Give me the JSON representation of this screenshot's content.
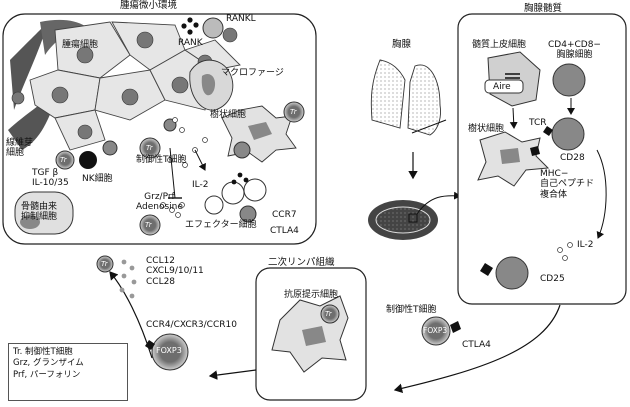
{
  "panels": {
    "tumor_microenv": "腫瘍微小環境",
    "thymus": "胸腺",
    "thymic_medulla": "胸腺髄質",
    "secondary_lymphoid": "二次リンパ組織"
  },
  "tumor": {
    "rankl": "RANKL",
    "rank": "RANK",
    "tumor_cell": "腫瘍細胞",
    "macrophage": "マクロファージ",
    "dendritic_cell": "樹状細胞",
    "fibroblast": "線維芽\n細胞",
    "tgf": "TGF β\nIL-10/35",
    "nk_cell": "NK細胞",
    "treg": "制御性T細胞",
    "bm_suppressor": "骨髄由来\n抑制細胞",
    "il2": "IL-2",
    "grz": "Grz/Prf\nAdenosine",
    "effector": "エフェクター細胞",
    "ccr7": "CCR7",
    "ctla4": "CTLA4"
  },
  "medulla": {
    "mtec": "髄質上皮細胞",
    "dn": "CD4+CD8−\n胸腺細胞",
    "aire": "Aire",
    "tcr": "TCR",
    "dc": "樹状細胞",
    "cd28": "CD28",
    "mhc": "MHC−\n自己ペプチド\n複合体",
    "il2": "IL-2",
    "cd25": "CD25"
  },
  "migration": {
    "chemokines": "CCL12\nCXCL9/10/11\nCCL28",
    "receptors": "CCR4/CXCR3/CCR10",
    "foxp3": "FOXP3"
  },
  "lymphoid": {
    "apc": "抗原提示細胞",
    "treg_label": "制御性T細胞",
    "foxp3": "FOXP3",
    "ctla4": "CTLA4"
  },
  "tags": {
    "tr": "Tr"
  },
  "legend": {
    "l1": "Tr. 制御性T細胞",
    "l2": "Grz, グランザイム",
    "l3": "Prf, パーフォリン"
  }
}
